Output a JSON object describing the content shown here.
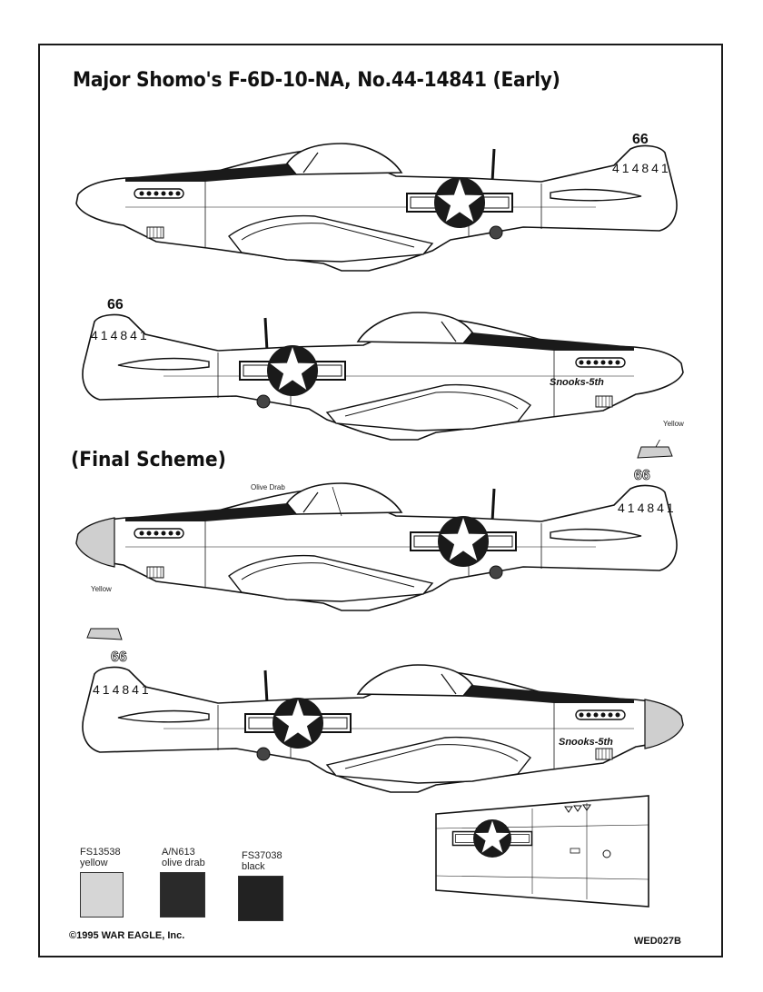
{
  "title": "Major Shomo's F-6D-10-NA, No.44-14841 (Early)",
  "final_scheme_heading": "(Final Scheme)",
  "aircraft": {
    "tail_code": "66",
    "serial": "414841",
    "nose_name": "Snooks-5th"
  },
  "callouts": {
    "olive_drab": "Olive Drab",
    "yellow_tail": "Yellow",
    "yellow_nose": "Yellow"
  },
  "swatches": [
    {
      "code": "FS13538",
      "name": "yellow",
      "color": "#d6d6d6"
    },
    {
      "code": "A/N613",
      "name": "olive drab",
      "color": "#2a2a2a"
    },
    {
      "code": "FS37038",
      "name": "black",
      "color": "#222222"
    }
  ],
  "footer": {
    "copyright": "©1995 WAR EAGLE, Inc.",
    "sheet_code": "WED027B"
  }
}
